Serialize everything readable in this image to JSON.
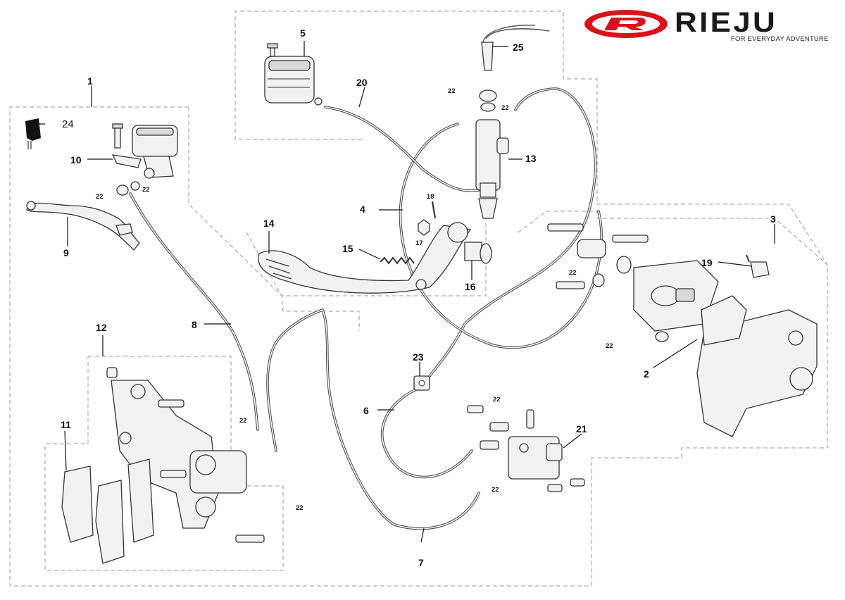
{
  "brand": {
    "name": "RIEJU",
    "tagline": "FOR EVERYDAY ADVENTURE",
    "colors": {
      "red": "#d7141b",
      "dark": "#1a1a1a"
    }
  },
  "callouts": {
    "c1": "1",
    "c2": "2",
    "c3": "3",
    "c4": "4",
    "c5": "5",
    "c6": "6",
    "c7": "7",
    "c8": "8",
    "c9": "9",
    "c10": "10",
    "c11": "11",
    "c12": "12",
    "c13": "13",
    "c14": "14",
    "c15": "15",
    "c16": "16",
    "c17": "17",
    "c18": "18",
    "c19": "19",
    "c20": "20",
    "c21": "21",
    "c22": "22",
    "c23": "23",
    "c24": "24",
    "c25": "25"
  }
}
